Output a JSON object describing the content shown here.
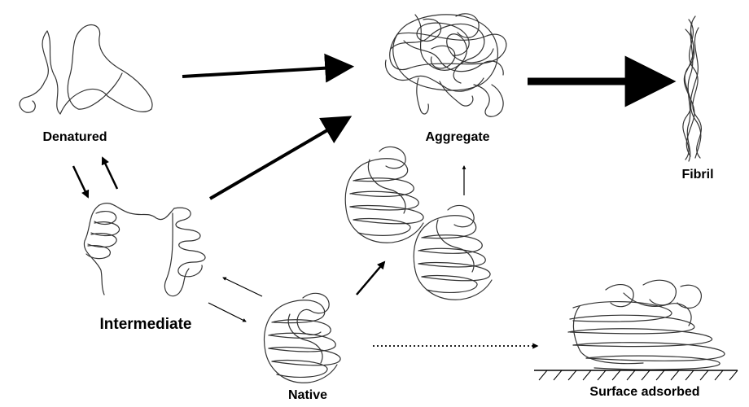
{
  "labels": {
    "denatured": "Denatured",
    "intermediate": "Intermediate",
    "native": "Native",
    "aggregate": "Aggregate",
    "fibril": "Fibril",
    "surface_adsorbed": "Surface adsorbed"
  },
  "colors": {
    "ink": "#000000",
    "strand": "#333333",
    "background": "#ffffff"
  }
}
